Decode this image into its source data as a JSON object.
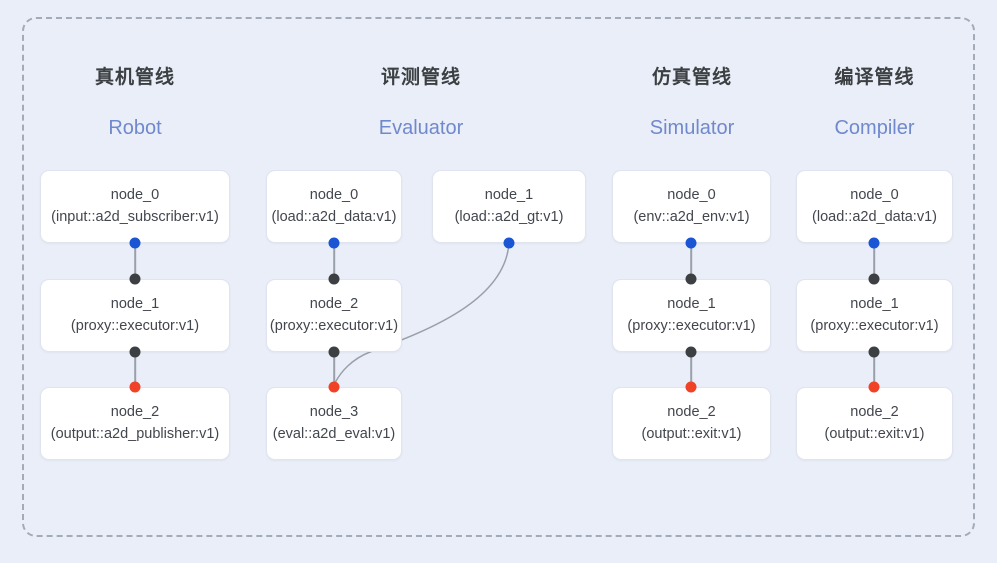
{
  "diagram": {
    "title_cn_font_color": "#3c4043",
    "subtitle_color": "#7089cc",
    "background_color": "#eaeef8",
    "frame_border_color": "#a3abb8",
    "port_colors": {
      "output": "#1a56d4",
      "input": "#3c4043",
      "terminal": "#ef4226"
    }
  },
  "columns": [
    {
      "title_cn": "真机管线",
      "title_en": "Robot",
      "nodes": [
        {
          "name": "node_0",
          "type": "(input::a2d_subscriber:v1)"
        },
        {
          "name": "node_1",
          "type": "(proxy::executor:v1)"
        },
        {
          "name": "node_2",
          "type": "(output::a2d_publisher:v1)"
        }
      ]
    },
    {
      "title_cn": "评测管线",
      "title_en": "Evaluator",
      "nodes": [
        {
          "name": "node_0",
          "type": "(load::a2d_data:v1)"
        },
        {
          "name": "node_1",
          "type": "(load::a2d_gt:v1)"
        },
        {
          "name": "node_2",
          "type": "(proxy::executor:v1)"
        },
        {
          "name": "node_3",
          "type": "(eval::a2d_eval:v1)"
        }
      ]
    },
    {
      "title_cn": "仿真管线",
      "title_en": "Simulator",
      "nodes": [
        {
          "name": "node_0",
          "type": "(env::a2d_env:v1)"
        },
        {
          "name": "node_1",
          "type": "(proxy::executor:v1)"
        },
        {
          "name": "node_2",
          "type": "(output::exit:v1)"
        }
      ]
    },
    {
      "title_cn": "编译管线",
      "title_en": "Compiler",
      "nodes": [
        {
          "name": "node_0",
          "type": "(load::a2d_data:v1)"
        },
        {
          "name": "node_1",
          "type": "(proxy::executor:v1)"
        },
        {
          "name": "node_2",
          "type": "(output::exit:v1)"
        }
      ]
    }
  ]
}
